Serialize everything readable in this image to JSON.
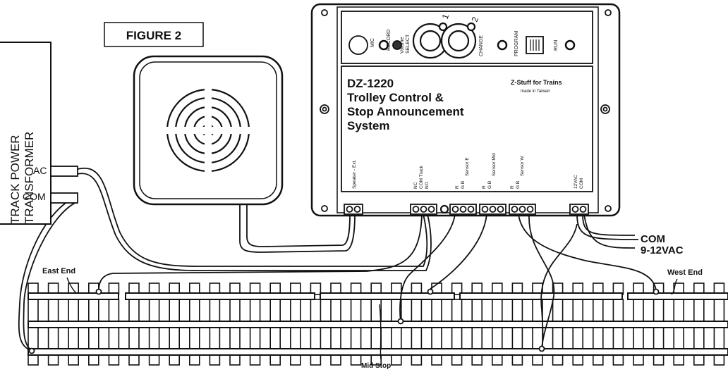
{
  "figure_label": "FIGURE 2",
  "transformer": {
    "title_line1": "TRACK POWER",
    "title_line2": "TRANSFORMER",
    "terminal_ac": "AC",
    "terminal_com": "COM"
  },
  "controller": {
    "model": "DZ-1220",
    "name_line1": "Trolley Control &",
    "name_line2": "Stop Announcement",
    "name_line3": "System",
    "brand": "Z-Stuff for Trains",
    "made_in": "made in Taiwan",
    "panel": {
      "mic": "MIC",
      "record": "RECORD",
      "volume": "Volume",
      "select": "SELECT",
      "btn1": "1",
      "btn2": "2",
      "change": "CHANGE",
      "program": "PROGRAM",
      "run": "RUN"
    },
    "terminal_labels": {
      "speaker": "Speaker - Ext.",
      "track_line1": "NC",
      "track_line2": "COM  Track",
      "track_line3": "NO",
      "sensor_e_letters": "R",
      "sensor_e_letters2": "G B",
      "sensor_e": "Sensor E",
      "sensor_mid_letters": "R",
      "sensor_mid_letters2": "G B",
      "sensor_mid": "Sensor Mid",
      "sensor_w_letters": "R",
      "sensor_w_letters2": "G B",
      "sensor_w": "Sensor W",
      "power_line1": "12VAC",
      "power_line2": "COM"
    }
  },
  "power_input": {
    "line1": "COM",
    "line2": "9-12VAC"
  },
  "track": {
    "east_end": "East End",
    "west_end": "West End",
    "mid_stop": "Mid Stop"
  }
}
